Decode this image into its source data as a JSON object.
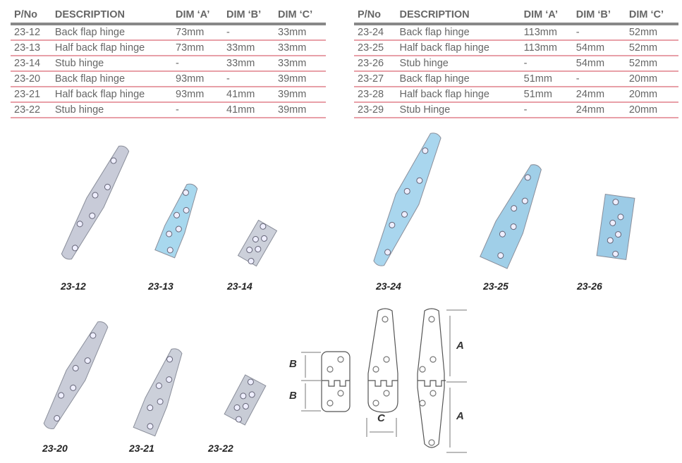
{
  "tables": [
    {
      "headers": [
        "P/No",
        "DESCRIPTION",
        "DIM ‘A’",
        "DIM ‘B’",
        "DIM ‘C’"
      ],
      "rows": [
        [
          "23-12",
          "Back flap hinge",
          "73mm",
          "-",
          "33mm"
        ],
        [
          "23-13",
          "Half back flap hinge",
          "73mm",
          "33mm",
          "33mm"
        ],
        [
          "23-14",
          "Stub hinge",
          "-",
          "33mm",
          "33mm"
        ],
        [
          "23-20",
          "Back flap hinge",
          "93mm",
          "-",
          "39mm"
        ],
        [
          "23-21",
          "Half back flap hinge",
          "93mm",
          "41mm",
          "39mm"
        ],
        [
          "23-22",
          "Stub hinge",
          "-",
          "41mm",
          "39mm"
        ]
      ]
    },
    {
      "headers": [
        "P/No",
        "DESCRIPTION",
        "DIM ‘A’",
        "DIM ‘B’",
        "DIM ‘C’"
      ],
      "rows": [
        [
          "23-24",
          "Back flap hinge",
          "113mm",
          "-",
          "52mm"
        ],
        [
          "23-25",
          "Half back flap hinge",
          "113mm",
          "54mm",
          "52mm"
        ],
        [
          "23-26",
          "Stub hinge",
          "-",
          "54mm",
          "52mm"
        ],
        [
          "23-27",
          "Back flap hinge",
          "51mm",
          "-",
          "20mm"
        ],
        [
          "23-28",
          "Half back flap hinge",
          "51mm",
          "24mm",
          "20mm"
        ],
        [
          "23-29",
          "Stub Hinge",
          "-",
          "24mm",
          "20mm"
        ]
      ]
    }
  ],
  "products": [
    "23-12",
    "23-13",
    "23-14",
    "23-24",
    "23-25",
    "23-26",
    "23-20",
    "23-21",
    "23-22"
  ],
  "diagram": {
    "a": "A",
    "b": "B",
    "c": "C"
  }
}
